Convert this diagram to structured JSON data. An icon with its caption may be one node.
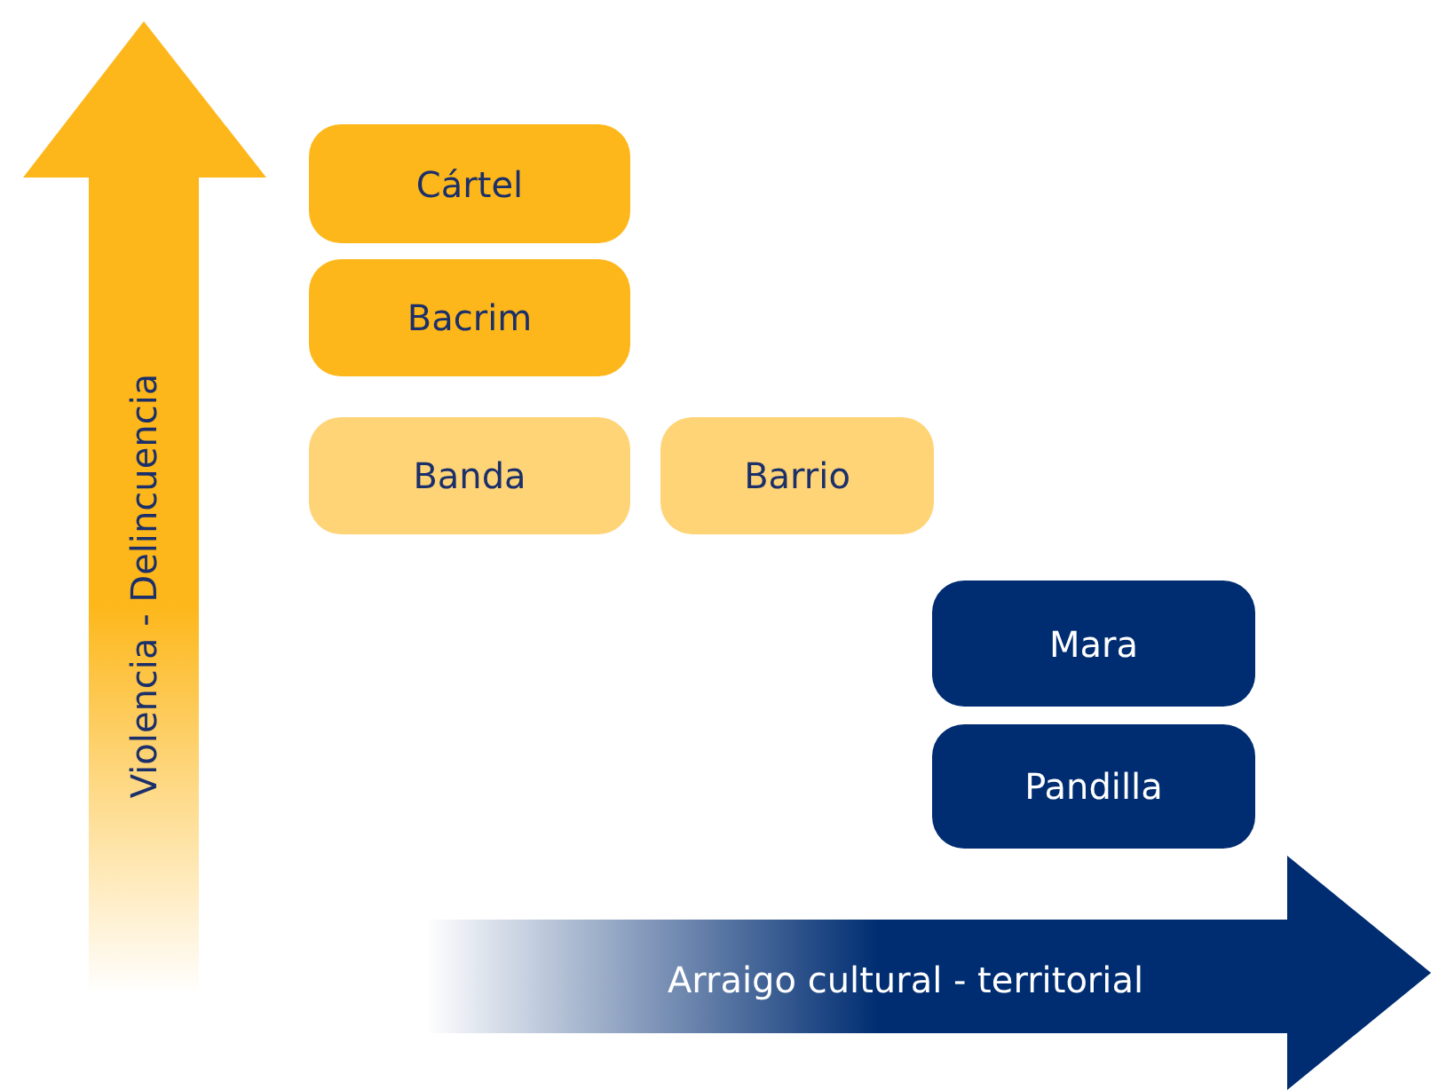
{
  "diagram": {
    "nodes": [
      {
        "text": [
          "Cártel"
        ]
      },
      {
        "text": [
          "Bacrim"
        ]
      },
      {
        "text": [
          "Banda"
        ]
      },
      {
        "text": [
          "Barrio"
        ]
      },
      {
        "text": [
          "Mara"
        ]
      },
      {
        "text": [
          "Pandilla"
        ]
      }
    ],
    "labels": [
      "Violencia - Delincuencia",
      "Arraigo cultural - territorial"
    ]
  }
}
